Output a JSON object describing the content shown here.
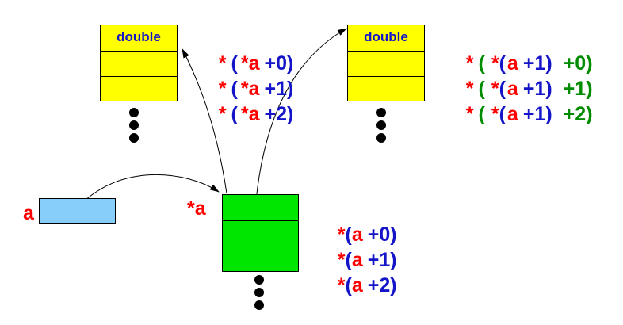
{
  "colors": {
    "yellow": "#ffff00",
    "green": "#00e600",
    "lightblue": "#87cefa",
    "red": "#ff0000",
    "blue": "#1414c8",
    "darkgreen": "#008c00"
  },
  "labels": {
    "a": "a",
    "star_a": "*a"
  },
  "left_array": {
    "type": "double",
    "expressions": [
      [
        "*",
        "(",
        "*",
        "a",
        "+0",
        ")"
      ],
      [
        "*",
        "(",
        "*",
        "a",
        "+1",
        ")"
      ],
      [
        "*",
        "(",
        "*",
        "a",
        "+2",
        ")"
      ]
    ]
  },
  "right_array": {
    "type": "double",
    "expressions": [
      [
        "*",
        "(",
        "*",
        "(",
        "a",
        "+1",
        ")",
        "+0",
        ")"
      ],
      [
        "*",
        "(",
        "*",
        "(",
        "a",
        "+1",
        ")",
        "+1",
        ")"
      ],
      [
        "*",
        "(",
        "*",
        "(",
        "a",
        "+1",
        ")",
        "+2",
        ")"
      ]
    ]
  },
  "pointer_array": {
    "expressions": [
      [
        "*",
        "(",
        "a",
        "+0",
        ")"
      ],
      [
        "*",
        "(",
        "a",
        "+1",
        ")"
      ],
      [
        "*",
        "(",
        "a",
        "+2",
        ")"
      ]
    ]
  }
}
